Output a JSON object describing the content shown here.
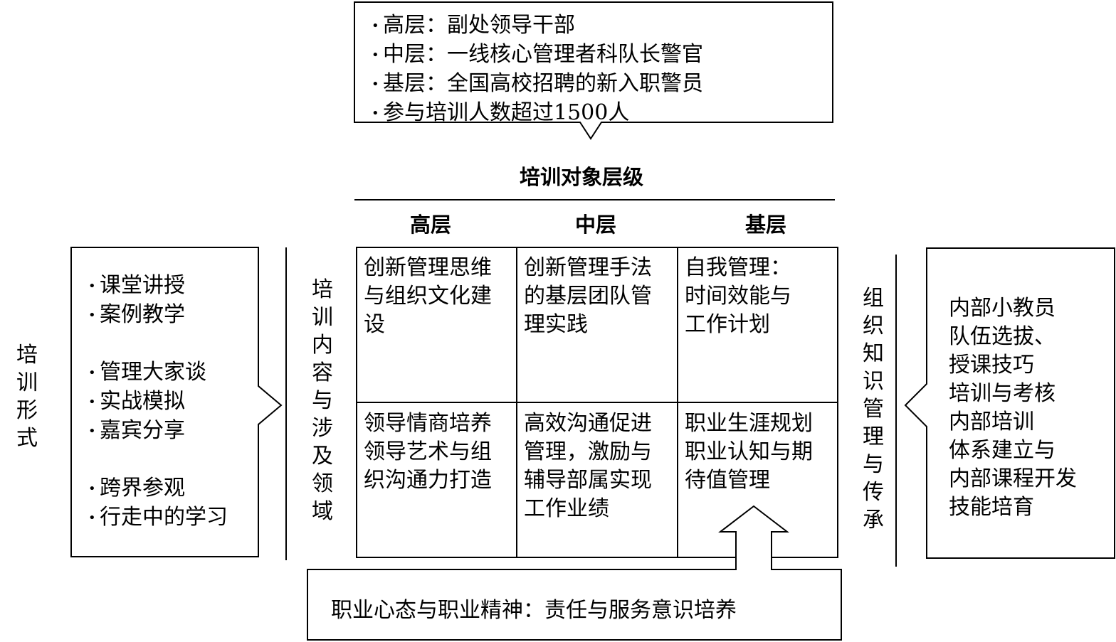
{
  "top_callout": {
    "lines": [
      "高层：副处领导干部",
      "中层：一线核心管理者科队长警官",
      "基层：全国高校招聘的新入职警员",
      "参与培训人数超过1500人"
    ]
  },
  "levels_title": "培训对象层级",
  "columns": [
    "高层",
    "中层",
    "基层"
  ],
  "grid": {
    "row1": [
      "创新管理思维与组织文化建设",
      "创新管理手法的基层团队管理实践",
      "自我管理：时间效能与工作计划"
    ],
    "row2_col1": [
      "领导情商培养",
      "领导艺术与组织沟通力打造"
    ],
    "row2_col2": [
      "高效沟通促进管理，激励与辅导部属实现工作业绩"
    ],
    "row2_col3": [
      "职业生涯规划",
      "职业认知与期待值管理"
    ]
  },
  "left_label": "培训形式",
  "left_box": {
    "group1": [
      "课堂讲授",
      "案例教学"
    ],
    "group2": [
      "管理大家谈",
      "实战模拟",
      "嘉宾分享"
    ],
    "group3": [
      "跨界参观",
      "行走中的学习"
    ]
  },
  "content_label": "培训内容与涉及领域",
  "right_label": "组织知识管理与传承",
  "right_box": {
    "lines": [
      "内部小教员",
      "队伍选拔、",
      "授课技巧",
      "培训与考核",
      "内部培训",
      "体系建立与",
      "内部课程开发",
      "技能培育"
    ]
  },
  "bottom_box": "职业心态与职业精神：责任与服务意识培养"
}
